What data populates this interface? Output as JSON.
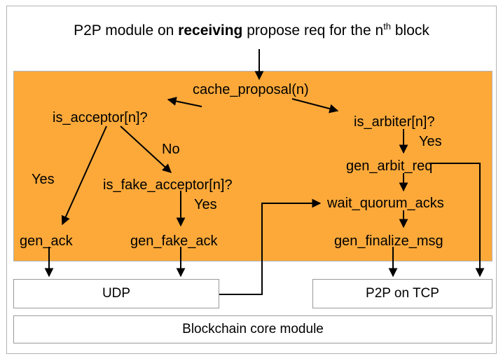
{
  "diagram": {
    "title": {
      "prefix": "P2P module on ",
      "emphasis": "receiving",
      "middle": " propose req for the n",
      "superscript": "th",
      "suffix": " block"
    },
    "colors": {
      "region_fill": "#fca93a",
      "region_border": "#b3b3b3",
      "box_border": "#9a9a9a",
      "frame_border": "#b3b3b3",
      "text": "#000000",
      "background": "#ffffff"
    },
    "nodes": [
      {
        "id": "cache_proposal",
        "label": "cache_proposal(n)"
      },
      {
        "id": "is_acceptor",
        "label": "is_acceptor[n]?"
      },
      {
        "id": "is_arbiter",
        "label": "is_arbiter[n]?"
      },
      {
        "id": "is_fake_acceptor",
        "label": "is_fake_acceptor[n]?"
      },
      {
        "id": "gen_ack",
        "label": "gen_ack"
      },
      {
        "id": "gen_fake_ack",
        "label": "gen_fake_ack"
      },
      {
        "id": "gen_arbit_req",
        "label": "gen_arbit_req"
      },
      {
        "id": "wait_quorum_acks",
        "label": "wait_quorum_acks"
      },
      {
        "id": "gen_finalize_msg",
        "label": "gen_finalize_msg"
      }
    ],
    "edge_labels": [
      {
        "id": "acceptor_yes",
        "label": "Yes"
      },
      {
        "id": "acceptor_no",
        "label": "No"
      },
      {
        "id": "fake_yes",
        "label": "Yes"
      },
      {
        "id": "arbiter_yes",
        "label": "Yes"
      }
    ],
    "boxes": [
      {
        "id": "udp",
        "label": "UDP"
      },
      {
        "id": "p2p_tcp",
        "label": "P2P on TCP"
      },
      {
        "id": "blockchain_core",
        "label": "Blockchain core module"
      }
    ]
  }
}
